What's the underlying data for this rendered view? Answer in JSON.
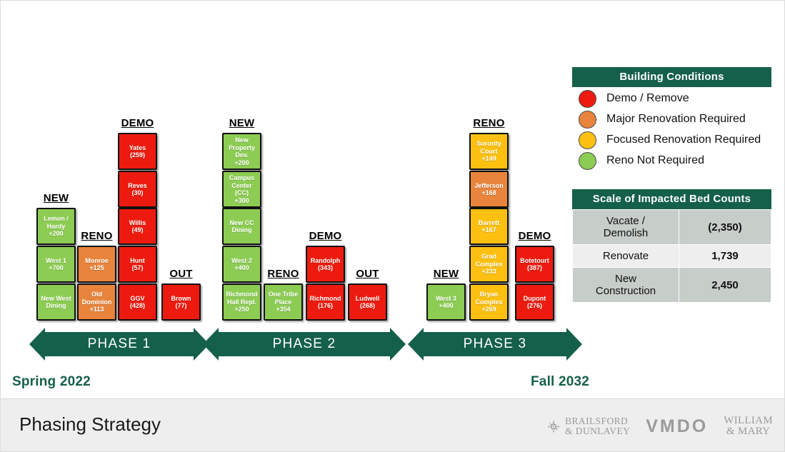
{
  "slide": {
    "title": "Phasing Strategy",
    "start_label": "Spring 2022",
    "end_label": "Fall 2032",
    "accent_green": "#15604a"
  },
  "colors": {
    "demo_red": "#ed1b0f",
    "major_orange": "#e8843c",
    "focused_yellow": "#fdc010",
    "reno_not_required_green": "#8ccc53"
  },
  "phases": [
    {
      "arrow_label": "PHASE 1",
      "columns": [
        {
          "header": "NEW",
          "boxes": [
            {
              "lines": [
                "Lemon /",
                "Hardy",
                "+200"
              ],
              "color": "reno_not_required_green",
              "row": 3
            },
            {
              "lines": [
                "West 1",
                "+700"
              ],
              "color": "reno_not_required_green",
              "row": 4
            },
            {
              "lines": [
                "New West",
                "Dining"
              ],
              "color": "reno_not_required_green",
              "row": 5
            }
          ]
        },
        {
          "header": "RENO",
          "boxes": [
            {
              "lines": [
                "Monroe",
                "+125"
              ],
              "color": "major_orange",
              "row": 4
            },
            {
              "lines": [
                "Old",
                "Dominion",
                "+113"
              ],
              "color": "major_orange",
              "row": 5
            }
          ]
        },
        {
          "header": "DEMO",
          "boxes": [
            {
              "lines": [
                "Yates",
                "(259)"
              ],
              "color": "demo_red",
              "row": 1
            },
            {
              "lines": [
                "Reves",
                "(30)"
              ],
              "color": "demo_red",
              "row": 2
            },
            {
              "lines": [
                "Willis",
                "(49)"
              ],
              "color": "demo_red",
              "row": 3
            },
            {
              "lines": [
                "Hunt",
                "(57)"
              ],
              "color": "demo_red",
              "row": 4
            },
            {
              "lines": [
                "GGV",
                "(428)"
              ],
              "color": "demo_red",
              "row": 5
            }
          ]
        },
        {
          "header": "OUT",
          "boxes": [
            {
              "lines": [
                "Brown",
                "(77)"
              ],
              "color": "demo_red",
              "row": 5
            }
          ]
        }
      ]
    },
    {
      "arrow_label": "PHASE 2",
      "columns": [
        {
          "header": "NEW",
          "boxes": [
            {
              "lines": [
                "New",
                "Property",
                "Dev.",
                "+200"
              ],
              "color": "reno_not_required_green",
              "row": 1
            },
            {
              "lines": [
                "Campus",
                "Center (CC)",
                "+300"
              ],
              "color": "reno_not_required_green",
              "row": 2
            },
            {
              "lines": [
                "New CC",
                "Dining"
              ],
              "color": "reno_not_required_green",
              "row": 3
            },
            {
              "lines": [
                "West 2",
                "+400"
              ],
              "color": "reno_not_required_green",
              "row": 4
            },
            {
              "lines": [
                "Richmond",
                "Hall Repl.",
                "+250"
              ],
              "color": "reno_not_required_green",
              "row": 5
            }
          ]
        },
        {
          "header": "RENO",
          "boxes": [
            {
              "lines": [
                "One Tribe",
                "Place",
                "+354"
              ],
              "color": "reno_not_required_green",
              "row": 5
            }
          ]
        },
        {
          "header": "DEMO",
          "boxes": [
            {
              "lines": [
                "Randolph",
                "(343)"
              ],
              "color": "demo_red",
              "row": 4
            },
            {
              "lines": [
                "Richmond",
                "(176)"
              ],
              "color": "demo_red",
              "row": 5
            }
          ]
        },
        {
          "header": "OUT",
          "boxes": [
            {
              "lines": [
                "Ludwell",
                "(268)"
              ],
              "color": "demo_red",
              "row": 5
            }
          ]
        }
      ]
    },
    {
      "arrow_label": "PHASE 3",
      "columns": [
        {
          "header": "NEW",
          "boxes": [
            {
              "lines": [
                "West 3",
                "+400"
              ],
              "color": "reno_not_required_green",
              "row": 5
            }
          ]
        },
        {
          "header": "RENO",
          "boxes": [
            {
              "lines": [
                "Sorority",
                "Court",
                "+149"
              ],
              "color": "focused_yellow",
              "row": 1
            },
            {
              "lines": [
                "Jefferson",
                "+168"
              ],
              "color": "major_orange",
              "row": 2
            },
            {
              "lines": [
                "Barrett",
                "+167"
              ],
              "color": "focused_yellow",
              "row": 3
            },
            {
              "lines": [
                "Grad",
                "Complex",
                "+233"
              ],
              "color": "focused_yellow",
              "row": 4
            },
            {
              "lines": [
                "Bryan",
                "Complex",
                "+269"
              ],
              "color": "focused_yellow",
              "row": 5
            }
          ]
        },
        {
          "header": "DEMO",
          "boxes": [
            {
              "lines": [
                "Botetourt",
                "(387)"
              ],
              "color": "demo_red",
              "row": 4
            },
            {
              "lines": [
                "Dupont",
                "(276)"
              ],
              "color": "demo_red",
              "row": 5
            }
          ]
        }
      ]
    }
  ],
  "legend": {
    "title": "Building Conditions",
    "items": [
      {
        "label": "Demo / Remove",
        "color": "demo_red"
      },
      {
        "label": "Major Renovation Required",
        "color": "major_orange"
      },
      {
        "label": "Focused Renovation Required",
        "color": "focused_yellow"
      },
      {
        "label": "Reno Not Required",
        "color": "reno_not_required_green"
      }
    ]
  },
  "scale_table": {
    "title": "Scale of Impacted Bed Counts",
    "rows": [
      {
        "label": "Vacate / Demolish",
        "label_lines": [
          "Vacate /",
          "Demolish"
        ],
        "value": "(2,350)"
      },
      {
        "label": "Renovate",
        "label_lines": [
          "Renovate"
        ],
        "value": "1,739"
      },
      {
        "label": "New Construction",
        "label_lines": [
          "New",
          "Construction"
        ],
        "value": "2,450"
      }
    ]
  },
  "footer": {
    "logos": [
      {
        "name": "brailsford-dunlavey",
        "line1": "BRAILSFORD",
        "line2": "& DUNLAVEY"
      },
      {
        "name": "vmdo",
        "text": "VMDO"
      },
      {
        "name": "william-mary",
        "line1": "WILLIAM",
        "line2": "& MARY"
      }
    ]
  }
}
